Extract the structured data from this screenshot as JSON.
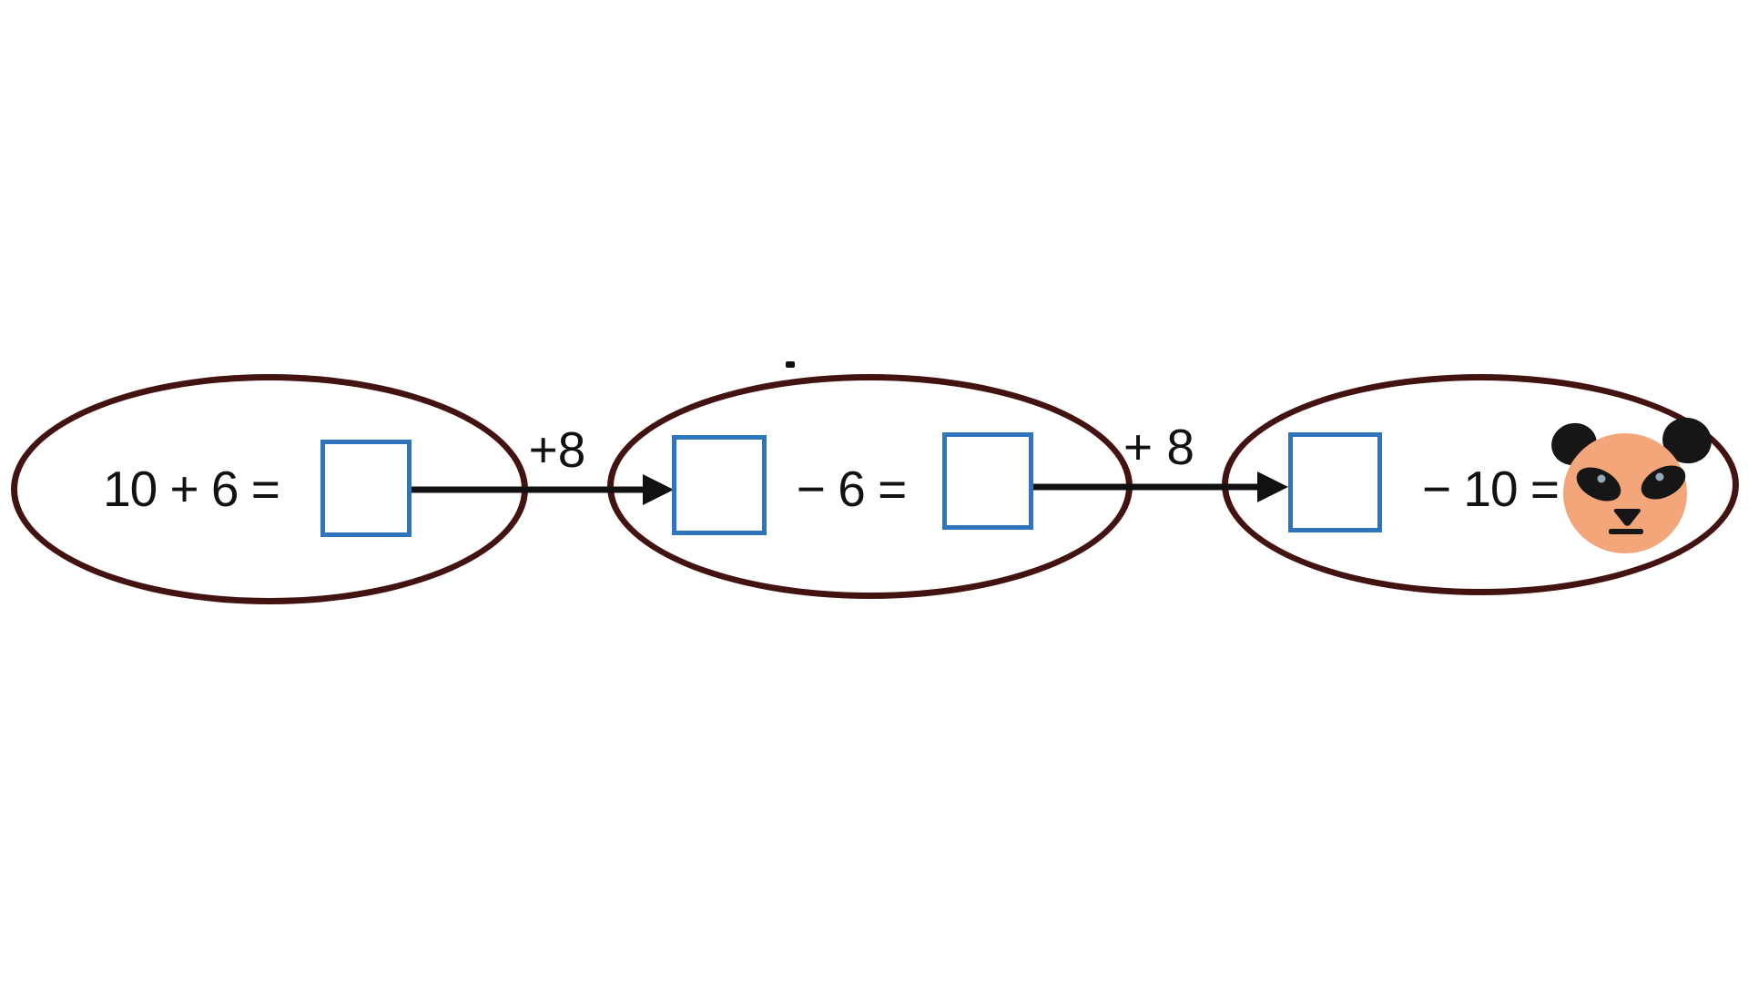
{
  "page": {
    "background": "#ffffff",
    "description": "Math chain worksheet: three ovals linked by arrows; fill-in answer boxes; panda face marks the final answer"
  },
  "diagram": {
    "steps": [
      {
        "text": "10 + 6 =",
        "boxes": 1
      },
      {
        "text": "− 6 =",
        "boxes": 2
      },
      {
        "text": "− 10 =",
        "boxes": 1,
        "result_icon": "panda-face"
      }
    ],
    "arrows": [
      {
        "label": "+8"
      },
      {
        "label": "+ 8"
      }
    ],
    "stray_mark": "small black dot above middle oval"
  },
  "icons": {
    "panda_face": "panda-face-icon"
  },
  "colors": {
    "ellipse_stroke": "#431312",
    "box_stroke": "#2e75bd",
    "ink": "#111111",
    "panda_face": "#f4a67b",
    "panda_black": "#161616",
    "panda_glint": "#93a9bc",
    "page_bg": "#ffffff"
  }
}
